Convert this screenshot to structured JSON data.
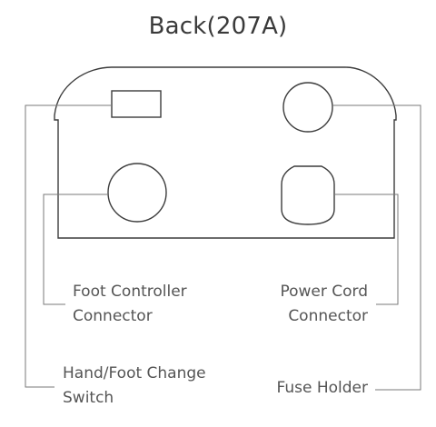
{
  "title": "Back(207A)",
  "labels": {
    "foot_controller": {
      "line1": "Foot Controller",
      "line2": "Connector"
    },
    "power_cord": {
      "line1": "Power Cord",
      "line2": "Connector"
    },
    "hand_foot_switch": {
      "line1": "Hand/Foot Change",
      "line2": "Switch"
    },
    "fuse_holder": {
      "line1": "Fuse Holder"
    }
  }
}
